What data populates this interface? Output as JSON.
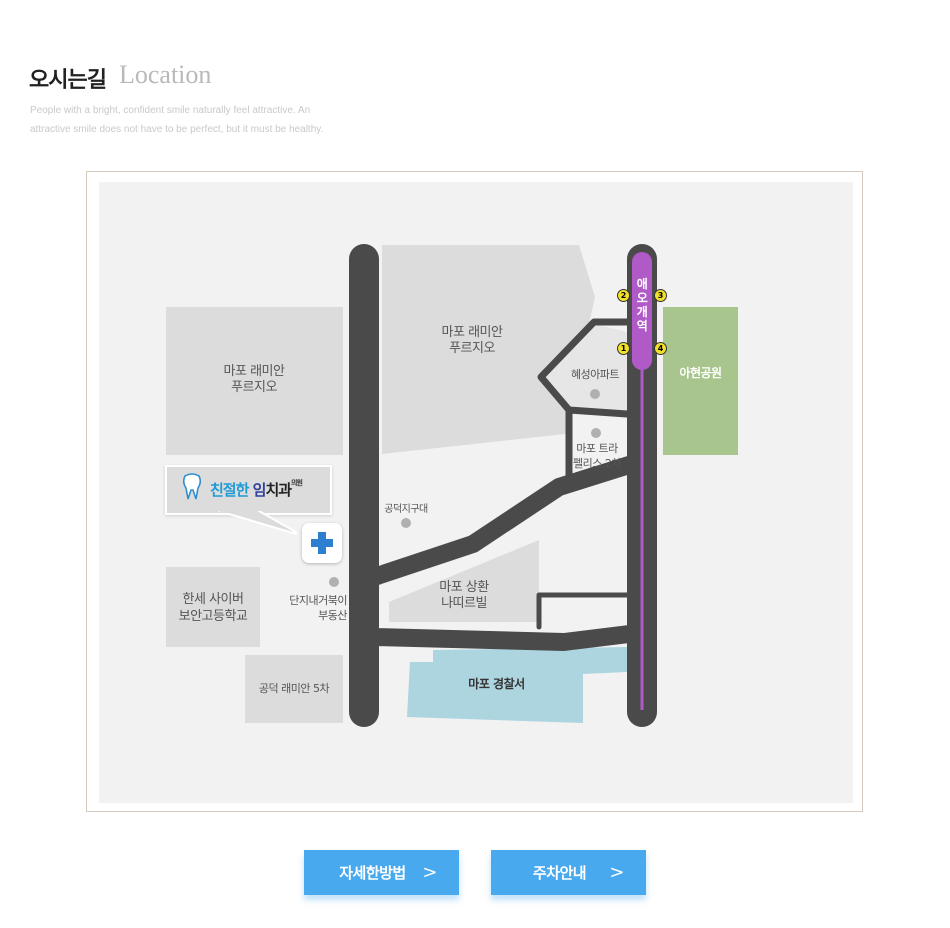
{
  "header": {
    "title_ko": "오시는길",
    "title_en": "Location",
    "description": "People with a bright, confident smile naturally feel attractive. An attractive smile does not have to be perfect, but it must be healthy."
  },
  "map": {
    "labels": {
      "block_nw": "마포 래미안\n푸르지오",
      "block_center": "마포 래미안\n푸르지오",
      "hyesung": "혜성아파트",
      "trapalace": "마포 트라\n펠리스 2차",
      "ahyeon_park": "아현공원",
      "gongdeok_district": "공덕지구대",
      "danji_realestate": "단지내거북이\n부동산",
      "hanse_school": "한세 사이버\n보안고등학교",
      "gongdeok_5": "공덕 래미안 5차",
      "sanghwan": "마포 상환\n나띠르빌",
      "police": "마포 경찰서",
      "station": "애오개역"
    },
    "exits": [
      "1",
      "2",
      "3",
      "4"
    ],
    "clinic": {
      "name_part1": "친절한 ",
      "name_part2": "임",
      "name_part3": "치과",
      "name_suffix": "의원"
    },
    "colors": {
      "road": "#4a4a4a",
      "subway_line": "#b05ac8",
      "park": "#a8c58e",
      "water": "#acd5e0",
      "building": "#dcdcdc",
      "marker": "#2f7fd1"
    }
  },
  "buttons": {
    "directions": "자세한방법",
    "parking": "주차안내",
    "arrow": ">"
  }
}
